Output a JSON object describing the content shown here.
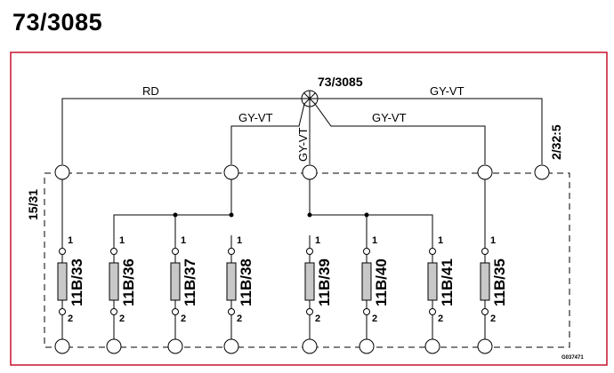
{
  "page_title": "73/3085",
  "colors": {
    "frame": "#c8102e",
    "fuse_fill": "#c8c8c8",
    "line": "#000000"
  },
  "diagram": {
    "connector_label": "73/3085",
    "wires": {
      "rd": "RD",
      "gy_vt_right": "GY-VT",
      "gy_vt_left": "GY-VT",
      "gy_vt_mid": "GY-VT",
      "gy_vt_vertical": "GY-VT",
      "gy_vt_right_inner": "GY-VT"
    },
    "left_terminal_label": "15/31",
    "right_terminal_label": "2/32:5",
    "pin_top": "1",
    "pin_bottom": "2",
    "fuses": [
      {
        "label": "11B/33"
      },
      {
        "label": "11B/36"
      },
      {
        "label": "11B/37"
      },
      {
        "label": "11B/38"
      },
      {
        "label": "11B/39"
      },
      {
        "label": "11B/40"
      },
      {
        "label": "11B/41"
      },
      {
        "label": "11B/35"
      }
    ],
    "drawing_code": "G037471"
  }
}
